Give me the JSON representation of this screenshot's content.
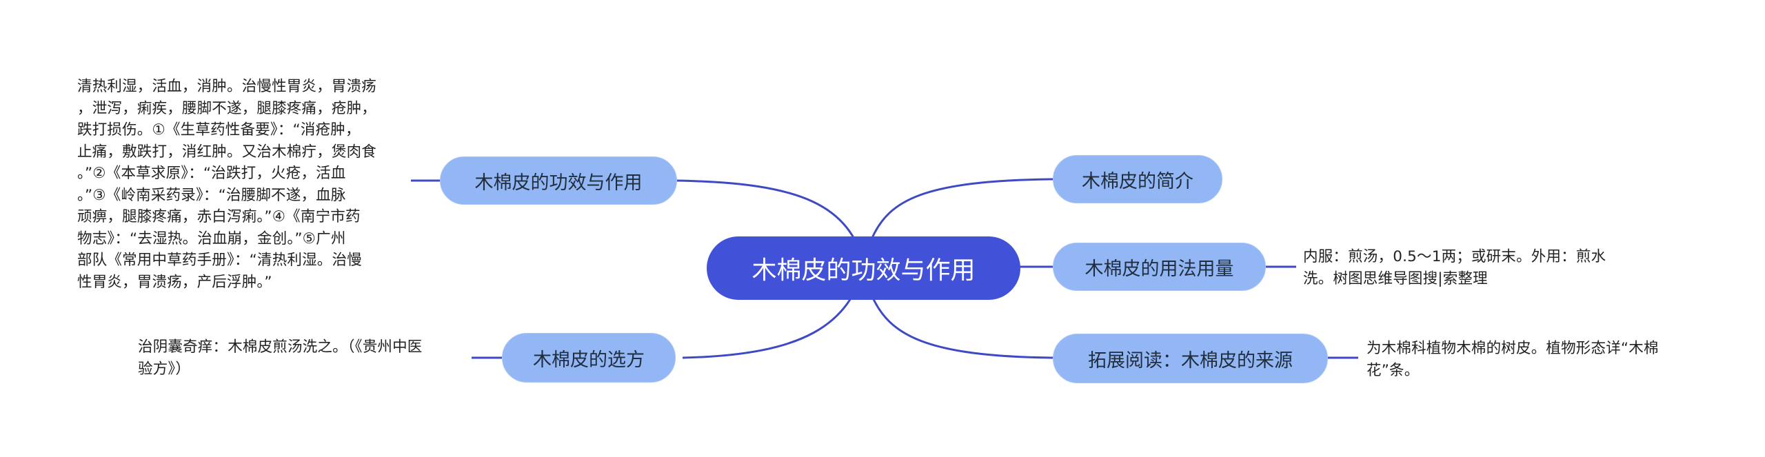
{
  "root": {
    "title": "木棉皮的功效与作用"
  },
  "branches": {
    "efficacy": {
      "label": "木棉皮的功效与作用",
      "detail": "清热利湿，活血，消肿。治慢性胃炎，胃溃疡\n，泄泻，痢疾，腰脚不遂，腿膝疼痛，疮肿，\n跌打损伤。①《生草药性备要》：“消疮肿，\n止痛，敷跌打，消红肿。又治木棉疔，煲肉食\n。”②《本草求原》：“治跌打，火疮，活血\n。”③《岭南采药录》：“治腰脚不遂，血脉\n顽痹，腿膝疼痛，赤白泻痢。”④《南宁市药\n物志》：“去湿热。治血崩，金创。”⑤广州\n部队《常用中草药手册》：“清热利湿。治慢\n性胃炎，胃溃疡，产后浮肿。”"
    },
    "prescription": {
      "label": "木棉皮的选方",
      "detail": "治阴囊奇痒：木棉皮煎汤洗之。（《贵州中医\n验方》）"
    },
    "intro": {
      "label": "木棉皮的简介"
    },
    "usage": {
      "label": "木棉皮的用法用量",
      "detail": "内服：煎汤，0.5～1两；或研末。外用：煎水\n洗。树图思维导图搜|索整理"
    },
    "source": {
      "label": "拓展阅读：木棉皮的来源",
      "detail": "为木棉科植物木棉的树皮。植物形态详“木棉\n花”条。"
    }
  },
  "colors": {
    "root_fill": "#4252d8",
    "branch_fill": "#93b7f5",
    "connector": "#3e49c4"
  }
}
